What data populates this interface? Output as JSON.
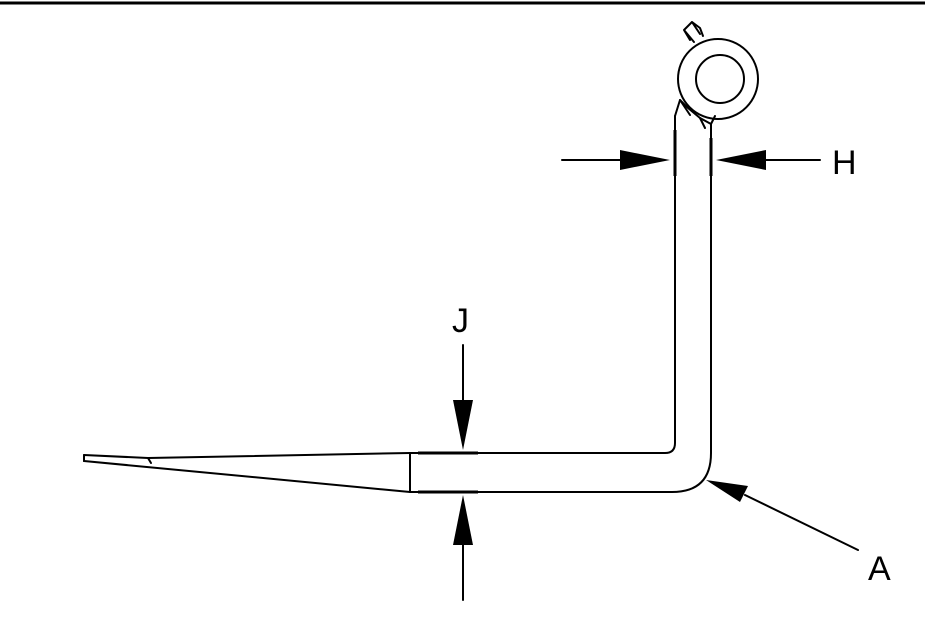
{
  "labels": {
    "h": "H",
    "j": "J",
    "a": "A"
  },
  "colors": {
    "line": "#000000",
    "background": "#ffffff"
  }
}
